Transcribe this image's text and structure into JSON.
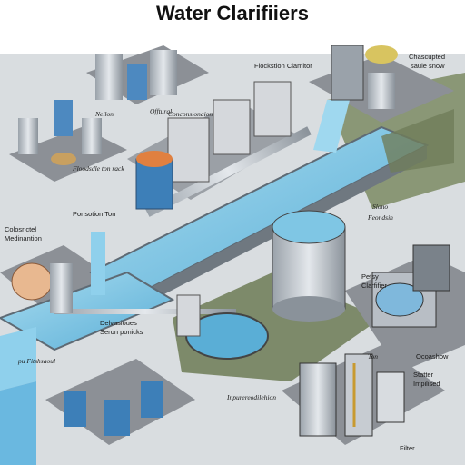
{
  "title": "Water Clarifiiers",
  "labels": [
    {
      "key": "offtural",
      "text": "Offtural"
    },
    {
      "key": "nellon",
      "text": "Nellon"
    },
    {
      "key": "flockstion",
      "text": "Flockstion Clamitor"
    },
    {
      "key": "chascupted",
      "text": "Chascupted"
    },
    {
      "key": "saule",
      "text": "saule snow"
    },
    {
      "key": "conconsional",
      "text": "Conconsionaion"
    },
    {
      "key": "floodsdle",
      "text": "Floodsdle ton rack"
    },
    {
      "key": "ponsotion",
      "text": "Ponsotion Ton"
    },
    {
      "key": "colosrictel",
      "text": "Colosrictel"
    },
    {
      "key": "medinantion",
      "text": "Medinantion"
    },
    {
      "key": "slono",
      "text": "Slono"
    },
    {
      "key": "ferondsin",
      "text": "Feondsin"
    },
    {
      "key": "petsy",
      "text": "Petsy"
    },
    {
      "key": "clarfifier",
      "text": "Clarfifier"
    },
    {
      "key": "delvasious",
      "text": "Delvasioues"
    },
    {
      "key": "seron",
      "text": "Seron ponicks"
    },
    {
      "key": "pu_fitsh",
      "text": "pu Fitshsaoul"
    },
    {
      "key": "ton",
      "text": "Ton"
    },
    {
      "key": "ocoashow",
      "text": "Ocoashow"
    },
    {
      "key": "inpurered",
      "text": "Inpurereodilehion"
    },
    {
      "key": "statter",
      "text": "Statter"
    },
    {
      "key": "impilised",
      "text": "Impilised"
    },
    {
      "key": "filter",
      "text": "Filter"
    }
  ],
  "colors": {
    "water": "#7fc6e4",
    "platform": "#8c9096",
    "steel": "#c4c9cf",
    "tank_blue": "#3d7fb8",
    "grass": "#7d8a6a"
  }
}
